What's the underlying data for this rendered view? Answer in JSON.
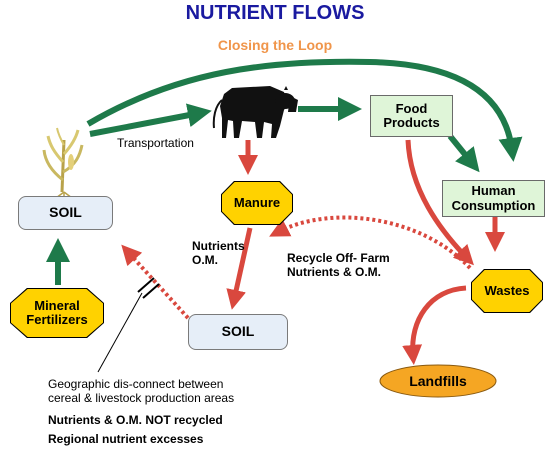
{
  "title": "NUTRIENT FLOWS",
  "subtitle": "Closing the Loop",
  "colors": {
    "title": "#1a1aa0",
    "subtitle": "#f0954a",
    "green_arrow": "#1e7a4a",
    "red_arrow": "#d9483e",
    "octagon_fill": "#ffd200",
    "landfill_fill": "#f5a623"
  },
  "nodes": {
    "soil_left": "SOIL",
    "soil_bottom": "SOIL",
    "manure": "Manure",
    "food_products": "Food\nProducts",
    "human_consumption": "Human\nConsumption",
    "wastes": "Wastes",
    "mineral_fertilizers": "Mineral\nFertilizers",
    "landfills": "Landfills"
  },
  "icons": [
    "corn-plant-icon",
    "cow-icon"
  ],
  "labels": {
    "transportation": "Transportation",
    "nutrients_om": "Nutrients\nO.M.",
    "recycle_off_farm": "Recycle Off- Farm\nNutrients & O.M."
  },
  "notes": {
    "geographic": "Geographic dis-connect between\ncereal & livestock production areas",
    "not_recycled": "Nutrients & O.M. NOT recycled",
    "regional_excess": "Regional nutrient excesses"
  }
}
